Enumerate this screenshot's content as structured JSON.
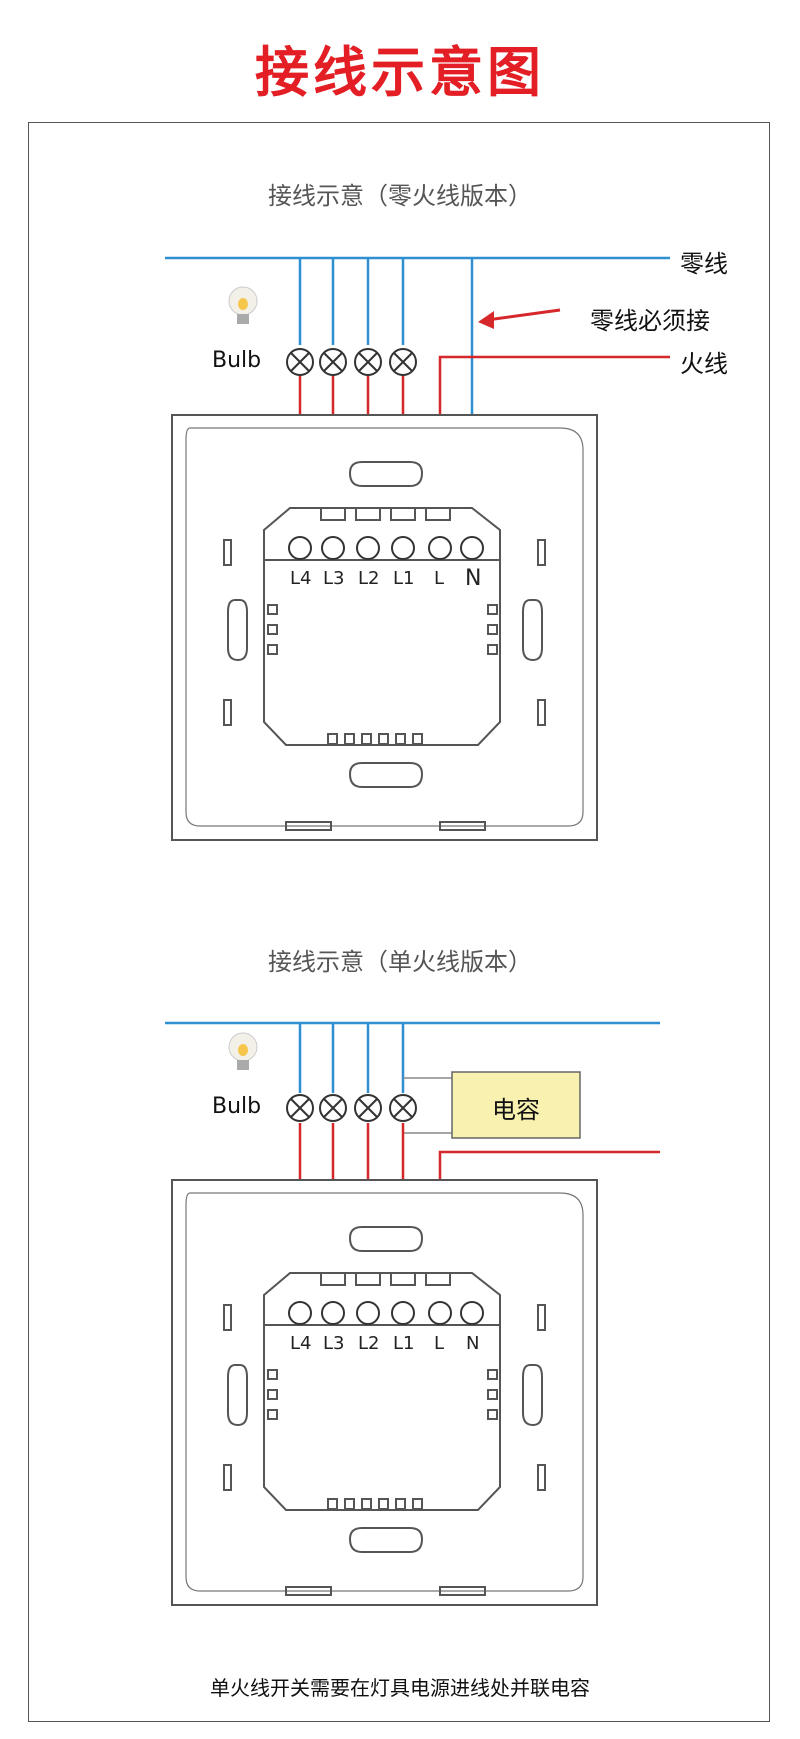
{
  "main_title": "接线示意图",
  "diagram1": {
    "title": "接线示意（零火线版本）",
    "neutral_label": "零线",
    "neutral_note": "零线必须接",
    "live_label": "火线",
    "bulb_label": "Bulb",
    "terminals": [
      "L4",
      "L3",
      "L2",
      "L1",
      "L",
      "N"
    ]
  },
  "diagram2": {
    "title": "接线示意（单火线版本）",
    "bulb_label": "Bulb",
    "capacitor_label": "电容",
    "terminals": [
      "L4",
      "L3",
      "L2",
      "L1",
      "L",
      "N"
    ]
  },
  "footer_note": "单火线开关需要在灯具电源进线处并联电容",
  "colors": {
    "title_red": "#e31e24",
    "neutral_wire_blue": "#2f8fd1",
    "live_wire_red": "#d6272b",
    "capacitor_fill": "#f8f1b0",
    "outline_gray": "#555555"
  }
}
